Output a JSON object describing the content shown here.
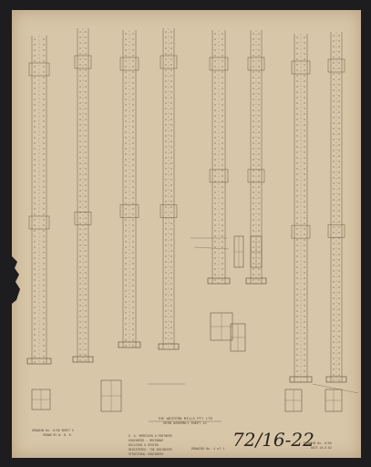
{
  "title_block": {
    "line1": "THE WESTERN MILLS PTY LTD",
    "line2": "KERB ASSEMBLY SHEET 12",
    "drawing_no": "DRAWING No. 1 of 1"
  },
  "handwritten_number": "72/16-22",
  "notes": {
    "left_block": [
      "E. A. MORRISON & PARTNERS",
      "ENGINEERS - BRISBANE",
      "BUILDING & DESIGN",
      "REGISTERED: THE ENGINEERS",
      "STRUCTURAL ENGINEERS"
    ],
    "left_stamp": [
      "DRAWING No. 8/89 SHEET 5",
      "DRAWN BY W. B. K."
    ],
    "right_stamp": [
      "DRAWING No. 8/89",
      "DATE 18.8.62"
    ]
  },
  "colors": {
    "paper": "#d8c6a8",
    "ink": "#6b5a45",
    "background": "#1d1d1f"
  }
}
